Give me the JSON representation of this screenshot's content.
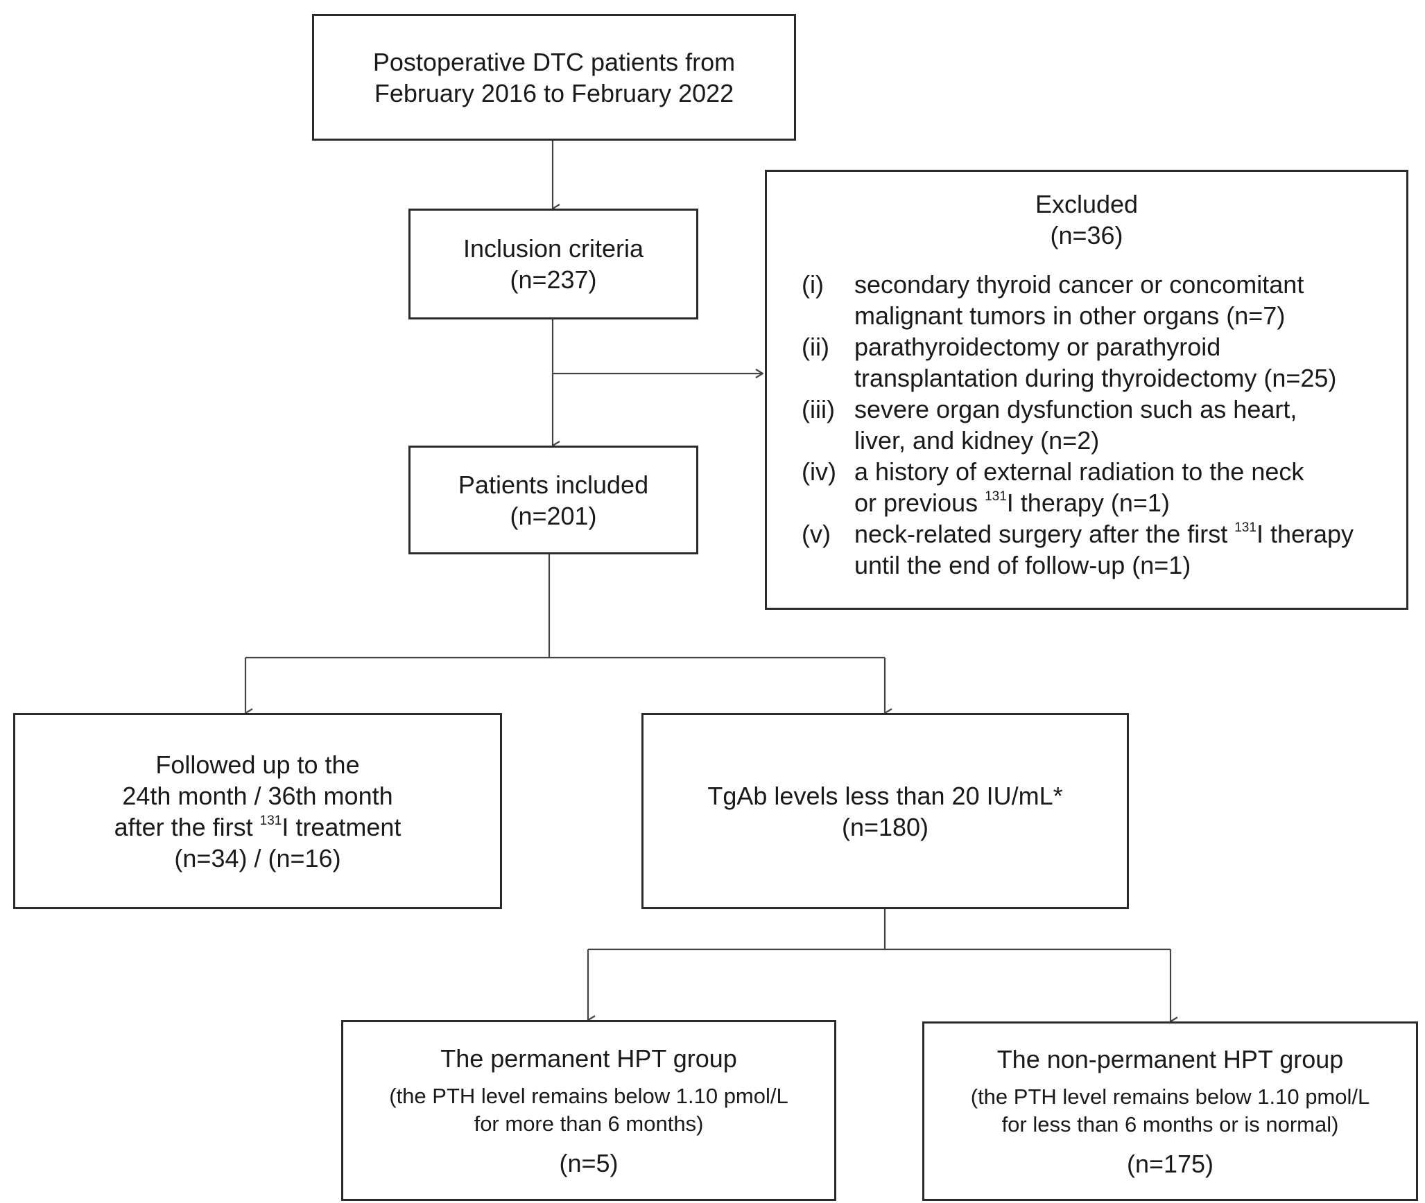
{
  "boxes": {
    "start": {
      "line1": "Postoperative DTC patients from",
      "line2": "February 2016 to February 2022"
    },
    "inclusion": {
      "line1": "Inclusion criteria",
      "line2": "(n=237)"
    },
    "excluded": {
      "title": "Excluded",
      "count": "(n=36)",
      "items": [
        {
          "num": "(i)",
          "line1": "secondary thyroid cancer or concomitant",
          "line2": "malignant tumors in other organs (n=7)"
        },
        {
          "num": "(ii)",
          "line1": "parathyroidectomy or parathyroid",
          "line2": "transplantation during thyroidectomy (n=25)"
        },
        {
          "num": "(iii)",
          "line1": "severe organ dysfunction such as heart,",
          "line2": "liver, and kidney (n=2)"
        },
        {
          "num": "(iv)",
          "line1": "a history of external radiation to the neck",
          "line2_pre": "or previous ",
          "line2_sup": "131",
          "line2_post": "I therapy (n=1)"
        },
        {
          "num": "(v)",
          "line1_pre": "neck-related surgery after the first ",
          "line1_sup": "131",
          "line1_post": "I therapy",
          "line2": "until the end of follow-up (n=1)"
        }
      ]
    },
    "included": {
      "line1": "Patients included",
      "line2": "(n=201)"
    },
    "followed": {
      "line1": "Followed up to the",
      "line2": "24th month / 36th month",
      "line3_pre": "after the first ",
      "line3_sup": "131",
      "line3_post": "I treatment",
      "line4": "(n=34) / (n=16)"
    },
    "tgab": {
      "line1": "TgAb levels less than 20 IU/mL*",
      "line2": "(n=180)"
    },
    "permanent": {
      "title": "The permanent HPT group",
      "desc1": "(the PTH level remains below 1.10 pmol/L",
      "desc2": "for more than 6 months)",
      "count": "(n=5)"
    },
    "nonpermanent": {
      "title": "The non-permanent HPT group",
      "desc1": "(the PTH level remains below 1.10 pmol/L",
      "desc2": "for less than 6 months or is normal)",
      "count": "(n=175)"
    }
  },
  "colors": {
    "line": "#444444",
    "border": "#2b2b2b",
    "text": "#1a1a1a"
  }
}
